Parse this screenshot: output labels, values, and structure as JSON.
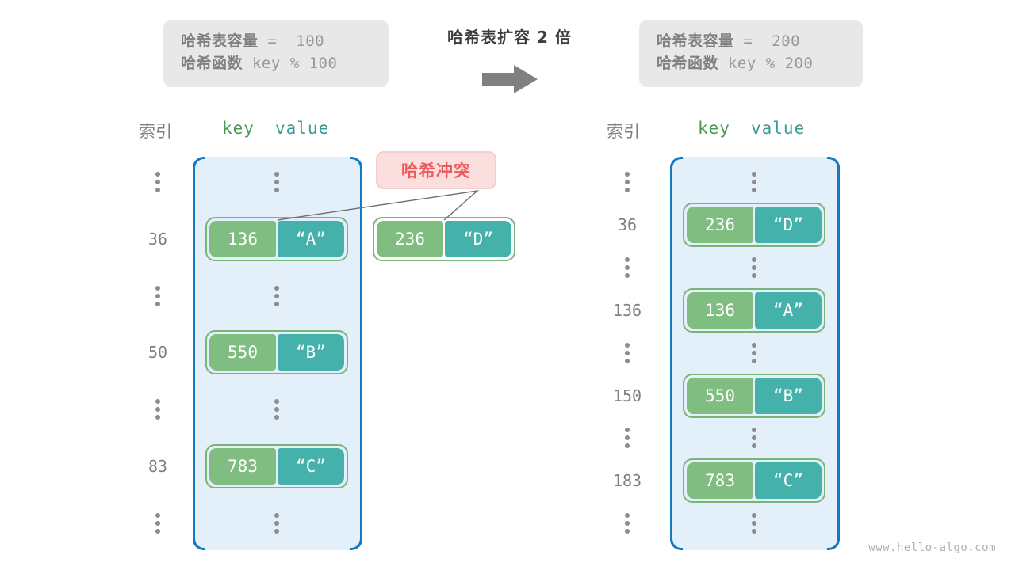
{
  "diagram": {
    "title": "哈希表扩容 2 倍",
    "watermark": "www.hello-algo.com",
    "arrow_color": "#808080",
    "colors": {
      "container_fill": "#e3eff9",
      "container_border": "#1579c0",
      "key_cell": "#80bd80",
      "value_cell": "#44b2ab",
      "pair_border": "#79b479",
      "badge_bg": "#fbdede",
      "badge_text": "#ee5a5a",
      "info_box_bg": "#e8e8e8",
      "index_text": "#808080"
    }
  },
  "left_panel": {
    "info": {
      "capacity_label": "哈希表容量",
      "capacity_value": " =  100",
      "function_label": "哈希函数",
      "function_value": " key % 100"
    },
    "headers": {
      "index": "索引",
      "key": "key",
      "value": "value"
    },
    "rows": [
      {
        "index": "",
        "dots": true,
        "key": "",
        "value": ""
      },
      {
        "index": "36",
        "dots": false,
        "key": "136",
        "value": "“A”"
      },
      {
        "index": "",
        "dots": true,
        "key": "",
        "value": ""
      },
      {
        "index": "50",
        "dots": false,
        "key": "550",
        "value": "“B”"
      },
      {
        "index": "",
        "dots": true,
        "key": "",
        "value": ""
      },
      {
        "index": "83",
        "dots": false,
        "key": "783",
        "value": "“C”"
      },
      {
        "index": "",
        "dots": true,
        "key": "",
        "value": ""
      }
    ],
    "overflow_pair": {
      "key": "236",
      "value": "“D”"
    },
    "collision_badge": "哈希冲突"
  },
  "right_panel": {
    "info": {
      "capacity_label": "哈希表容量",
      "capacity_value": " =  200",
      "function_label": "哈希函数",
      "function_value": " key % 200"
    },
    "headers": {
      "index": "索引",
      "key": "key",
      "value": "value"
    },
    "rows": [
      {
        "index": "",
        "dots": true,
        "key": "",
        "value": ""
      },
      {
        "index": "36",
        "dots": false,
        "key": "236",
        "value": "“D”"
      },
      {
        "index": "",
        "dots": true,
        "key": "",
        "value": ""
      },
      {
        "index": "136",
        "dots": false,
        "key": "136",
        "value": "“A”"
      },
      {
        "index": "",
        "dots": true,
        "key": "",
        "value": ""
      },
      {
        "index": "150",
        "dots": false,
        "key": "550",
        "value": "“B”"
      },
      {
        "index": "",
        "dots": true,
        "key": "",
        "value": ""
      },
      {
        "index": "183",
        "dots": false,
        "key": "783",
        "value": "“C”"
      },
      {
        "index": "",
        "dots": true,
        "key": "",
        "value": ""
      }
    ]
  }
}
